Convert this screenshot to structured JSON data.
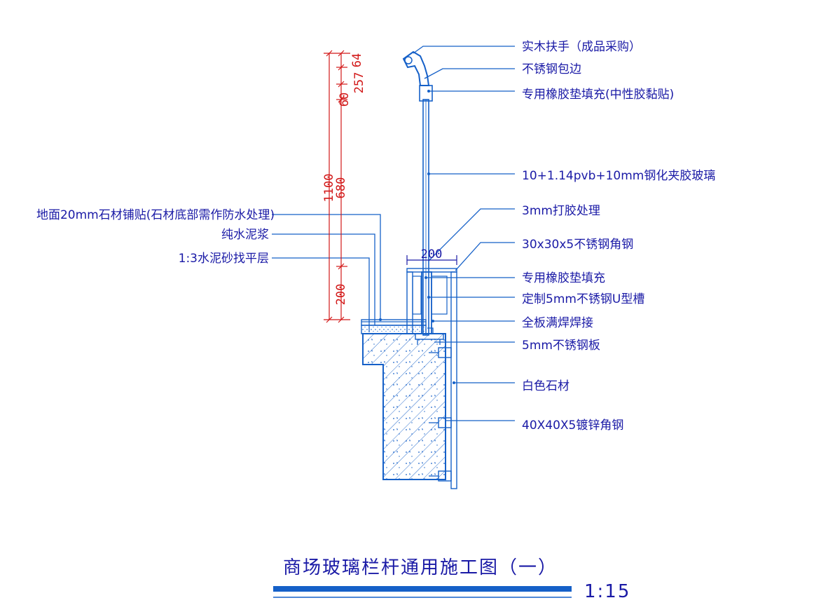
{
  "title": "商场玻璃栏杆通用施工图（一）",
  "scale": "1:15",
  "colors": {
    "line": "#1560c8",
    "text": "#1a1aa6",
    "dimension": "#d21818",
    "hatch": "#1560c8"
  },
  "dimensions": {
    "d1100": "1100",
    "d680": "680",
    "d200v": "200",
    "d60": "60",
    "d257": "257",
    "d64": "64",
    "d200h": "200"
  },
  "labels_right": [
    "实木扶手（成品采购）",
    "不锈钢包边",
    "专用橡胶垫填充(中性胶黏贴)",
    "10+1.14pvb+10mm钢化夹胶玻璃",
    "3mm打胶处理",
    "30x30x5不锈钢角钢",
    "专用橡胶垫填充",
    "定制5mm不锈钢U型槽",
    "全板满焊焊接",
    "5mm不锈钢板",
    "白色石材",
    "40X40X5镀锌角钢"
  ],
  "labels_left": [
    "地面20mm石材铺贴(石材底部需作防水处理)",
    "纯水泥浆",
    "1:3水泥砂找平层"
  ]
}
